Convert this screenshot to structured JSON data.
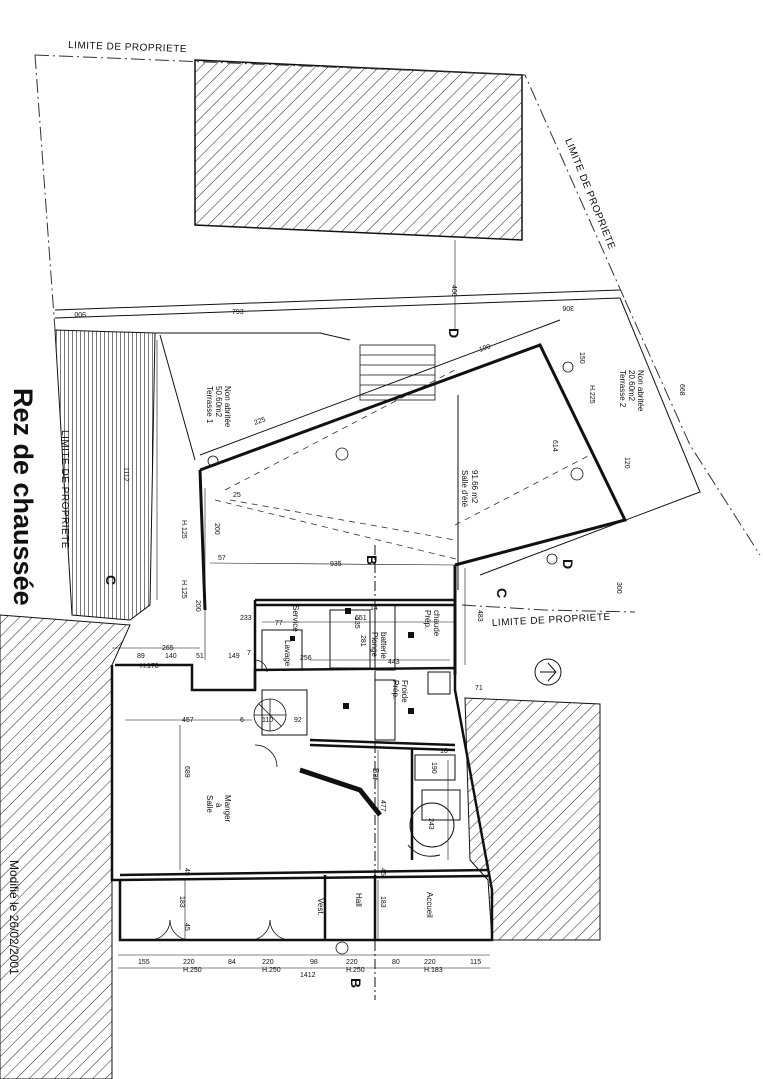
{
  "title": "Rez de chaussée",
  "modified": "Modifié le 26/02/2001",
  "property_limit": "LIMITE DE PROPRIETE",
  "rooms": {
    "terrasse1": [
      "Terrasse 1",
      "50.60m2",
      "Non abritée"
    ],
    "terrasse2": [
      "Terrasse 2",
      "20.60m2",
      "Non abritée"
    ],
    "salle_ete": [
      "Salle d'été",
      "91.66 m2"
    ],
    "service": "Service",
    "lavage": "Lavage",
    "plonge": [
      "Plonge",
      "batterie"
    ],
    "prep_chaude": [
      "Prép.",
      "chaude"
    ],
    "prep_froide": [
      "Prép.",
      "Froide"
    ],
    "bar": "Bar",
    "salle_manger": [
      "Salle",
      "à",
      "Manger"
    ],
    "vest": "Vest.",
    "hall": "Hall",
    "accueil": "Accueil"
  },
  "sections": {
    "b": "B",
    "c": "C",
    "d": "D"
  },
  "dims": {
    "d793": "793",
    "d900": "900",
    "d400": "400",
    "d306": "306",
    "d1112": "1112",
    "d668": "668",
    "d300": "300",
    "d935": "935",
    "d651": "651",
    "d443": "443",
    "d233": "233",
    "d256": "256",
    "d457": "457",
    "d689": "689",
    "d183": "183",
    "d45": "45",
    "d149": "149",
    "d89": "89",
    "d140": "140",
    "d51": "51",
    "d110": "110",
    "d92": "92",
    "d483": "483",
    "d477": "477",
    "d243": "243",
    "d190": "190",
    "d135": "135",
    "d281": "281",
    "d614": "614",
    "d200": "200",
    "d100": "100",
    "d150": "150",
    "d120": "120",
    "d225": "225",
    "d25": "25",
    "d7": "7",
    "d6": "6",
    "d14": "14",
    "d16": "16",
    "d71": "71",
    "d57": "57",
    "d77": "77",
    "d265": "265",
    "h170": "H.170",
    "h125": "H.125",
    "h225": "H.225"
  },
  "bottom_dims": {
    "row1": [
      "155",
      "220",
      "84",
      "220",
      "98",
      "220",
      "80",
      "220",
      "115"
    ],
    "heights": [
      "H.250",
      "H.250",
      "H.250",
      "H.183"
    ],
    "total": "1412"
  }
}
